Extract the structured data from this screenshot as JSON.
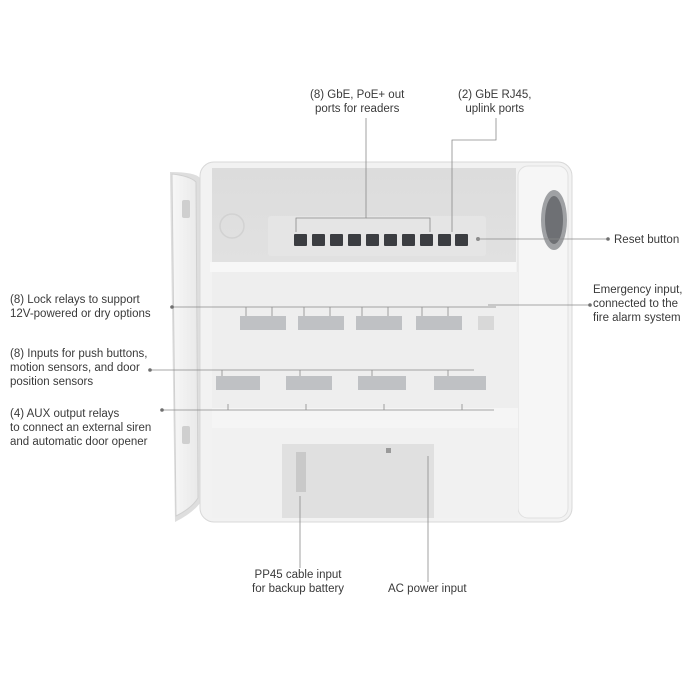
{
  "callouts": {
    "poe_ports": [
      "(8) GbE, PoE+ out",
      "ports for readers"
    ],
    "uplink_ports": [
      "(2) GbE RJ45,",
      "uplink ports"
    ],
    "reset_button": [
      "Reset button"
    ],
    "lock_relays": [
      "(8) Lock relays to support",
      "12V-powered or dry options"
    ],
    "inputs": [
      "(8) Inputs for push buttons,",
      "motion sensors, and door",
      "position sensors"
    ],
    "aux_relays": [
      "(4) AUX output relays",
      "to connect an external siren",
      "and automatic door opener"
    ],
    "emergency_input": [
      "Emergency input,",
      "connected to the",
      "fire alarm system"
    ],
    "pp45_input": [
      "PP45 cable input",
      "for backup battery"
    ],
    "ac_power": [
      "AC power input"
    ]
  },
  "colors": {
    "enclosure": "#f4f4f4",
    "port": "#3b3d41",
    "relay_block": "#bfc1c4",
    "leader_line": "#8a8a8a",
    "status_led": "#2f7cf6",
    "label_text": "#3a3a3a"
  }
}
